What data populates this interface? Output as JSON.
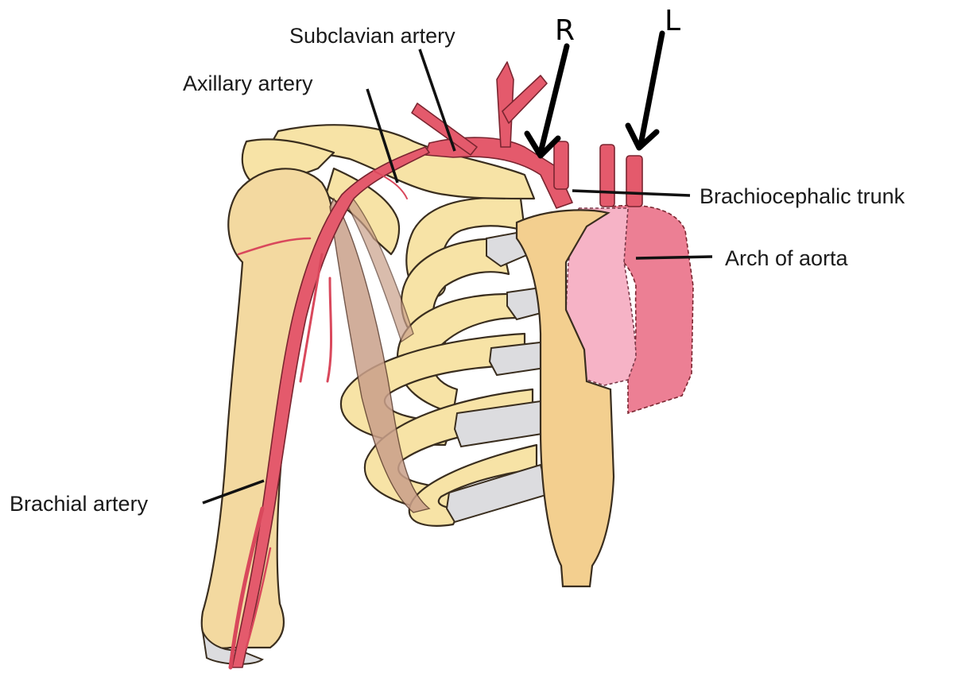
{
  "labels": {
    "subclavian_artery": "Subclavian artery",
    "axillary_artery": "Axillary artery",
    "brachiocephalic_trunk": "Brachiocephalic trunk",
    "arch_of_aorta": "Arch of aorta",
    "brachial_artery": "Brachial artery"
  },
  "markers": {
    "right": "R",
    "left": "L"
  },
  "colors": {
    "artery": "#e45a6c",
    "bone": "#f7e3a6",
    "cartilage": "#dcdcdf",
    "aorta": "#ec7f94",
    "pleura": "#f6b3c6"
  }
}
